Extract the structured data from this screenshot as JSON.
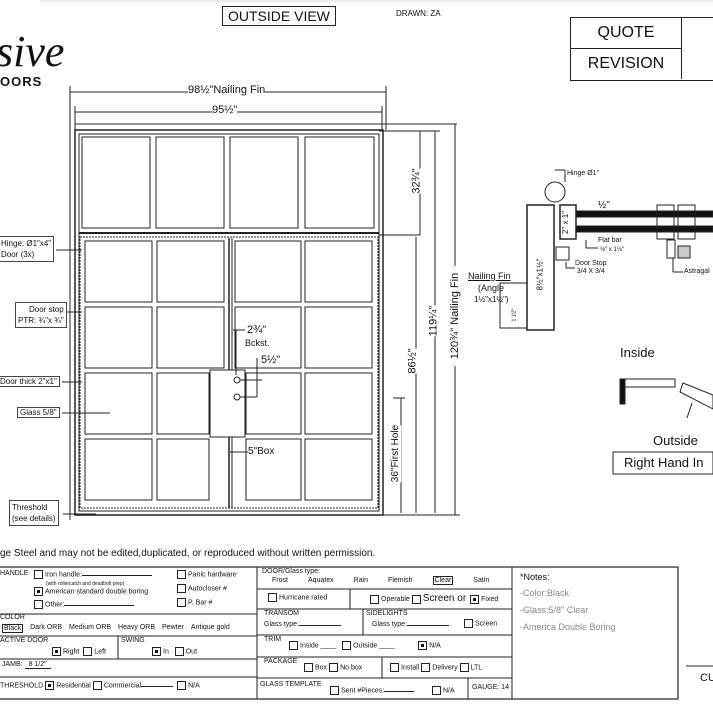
{
  "header": {
    "logo_script": "sive",
    "logo_sub": "OORS",
    "view_title": "OUTSIDE VIEW",
    "drawn": "DRAWN: ZA",
    "quote": "QUOTE",
    "revision": "REVISION"
  },
  "dims": {
    "nailing_width": "98½\"Nailing Fin",
    "frame_width": "95½\"",
    "transom_h": "32¾\"",
    "door_h": "86½\"",
    "frame_h": "119¼\"",
    "nail_h": "120¾\" Nailing Fin",
    "first_hole": "36\"First Hole",
    "backset": "2¾\"",
    "backset_lbl": "Bckst.",
    "bore_spacing": "5½\"",
    "box": "5\"Box"
  },
  "callouts": {
    "hinge1": "Hinge: Ø1\"x4\"",
    "hinge2": "Door (3x)",
    "stop1": "Door stop",
    "stop2": "PTR: ¾\"x ¾\"",
    "thick": "Door thick 2\"x1\"",
    "glass": "Glass 5/8\"",
    "thr1": "Threshold",
    "thr2": "(see details)"
  },
  "detail": {
    "hinge": "Hinge Ø1\"",
    "half": "½\"",
    "tube": "2\" x 1\"",
    "flat_bar": "Flat bar",
    "flat_bar_size": "⅛\" x 1⅛\"",
    "door_stop": "Door Stop",
    "door_stop_size": "3/4 X 3/4",
    "astragal": "Astragal",
    "jamb": "8½\"x1½\"",
    "nail_fin": "Nailing Fin",
    "angle1": "(Angle",
    "angle2": "1½\"x1½\")",
    "small": "1 1/2\"",
    "inside": "Inside",
    "outside": "Outside",
    "hand": "Right Hand In"
  },
  "copyright": "ge Steel and may not be edited,duplicated, or reproduced without written permission.",
  "form": {
    "handle": "HANDLE",
    "iron": "Iron handle:",
    "iron_note": "(with rollercatch and deadbolt prep)",
    "american": "American standard double boring",
    "other": "Other:",
    "panic": "Panic hardware",
    "autocloser": "Autocloser #",
    "pbar": "P. Bar #",
    "color": "COLOR",
    "colors": [
      "Black",
      "Dark ORB",
      "Medium ORB",
      "Heavy ORB",
      "Pewter",
      "Antique gold"
    ],
    "active": "ACTIVE DOOR",
    "right": "Right",
    "left": "Left",
    "swing": "SWING",
    "in": "In",
    "out": "Out",
    "jamb": "JAMB:",
    "jamb_val": "8 1/2\"",
    "threshold": "THRESHOLD",
    "residential": "Residential",
    "commercial": "Commercial",
    "na": "N/A",
    "glass_type": "DOOR/Glass type:",
    "glass_types": [
      "Frost",
      "Aquatex",
      "Rain",
      "Flemish",
      "Clear",
      "Satin"
    ],
    "hurricane": "Hurricane rated",
    "operable": "Operable",
    "screen_or": "Screen or",
    "fixed": "Fixed",
    "transom": "TRANSOM",
    "glass_type_lbl": "Glass type:",
    "sidelights": "SIDELIGHTS",
    "screen": "Screen",
    "trim": "TRIM",
    "inside": "Inside",
    "outside": "Outside",
    "package": "PACKAGE",
    "box": "Box",
    "nobox": "No box",
    "install": "Install",
    "delivery": "Delivery",
    "ltl": "LTL",
    "template": "GLASS TEMPLATE",
    "sent": "Sent #Pieces:",
    "gauge": "GAUGE: 14",
    "notes_title": "*Notes:",
    "notes": [
      "-Color:Black",
      "-Glass:5/8\" Clear",
      "-America Double Boring"
    ],
    "cu": "CU"
  }
}
